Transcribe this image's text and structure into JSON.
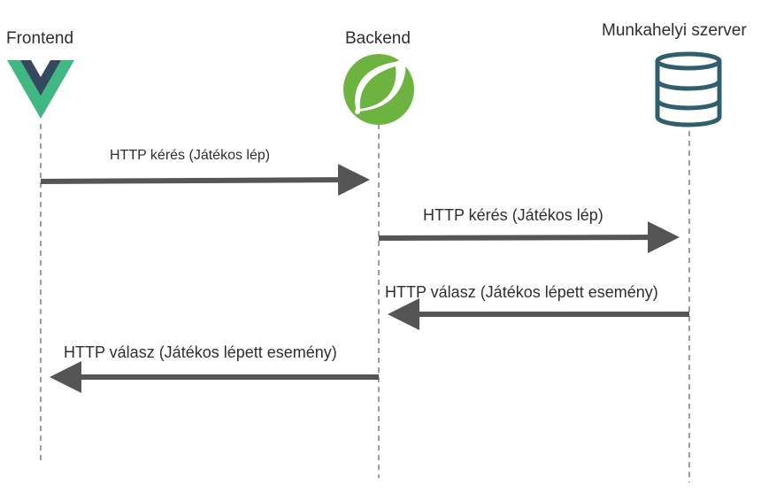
{
  "participants": {
    "frontend": {
      "label": "Frontend",
      "icon": "vue-logo-icon"
    },
    "backend": {
      "label": "Backend",
      "icon": "spring-leaf-icon"
    },
    "server": {
      "label": "Munkahelyi szerver",
      "icon": "database-icon"
    }
  },
  "messages": [
    {
      "from": "frontend",
      "to": "backend",
      "label": "HTTP kérés (Játékos lép)"
    },
    {
      "from": "backend",
      "to": "server",
      "label": "HTTP kérés (Játékos lép)"
    },
    {
      "from": "server",
      "to": "backend",
      "label": "HTTP válasz (Játékos lépett esemény)"
    },
    {
      "from": "backend",
      "to": "frontend",
      "label": "HTTP válasz (Játékos lépett esemény)"
    }
  ],
  "colors": {
    "lifeline": "#9e9e9e",
    "arrow": "#555555",
    "vue_green": "#41b883",
    "vue_dark": "#34495e",
    "spring_green": "#6db33f",
    "database": "#2f5f6e"
  }
}
